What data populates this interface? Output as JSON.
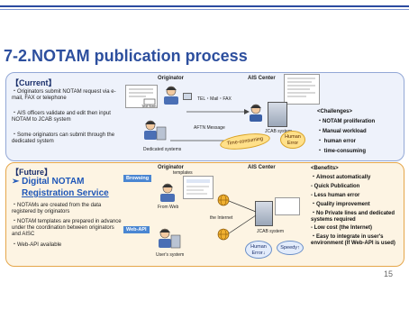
{
  "title": "7-2.NOTAM publication process",
  "current": {
    "heading": "【Current】",
    "bullets": [
      "・Originators submit NOTAM request via e-mail, FAX or telephone",
      "・AIS officers validate and edit then input NOTAM to JCAB system",
      "・Some originators can submit through the dedicated system"
    ],
    "originator_label": "Originator",
    "ais_label": "AIS Center",
    "text_form": "Text form",
    "tel_mail": "TEL・Mail・FAX",
    "jcab": "JCAB system",
    "aftn": "AFTN Message",
    "dedicated": "Dedicated systems",
    "time_consuming_bubble": "Time-consuming",
    "human_error_bubble": "Human Error",
    "challenges": [
      "<Challenges>",
      "・NOTAM proliferation",
      "・Manual workload",
      "・ human error",
      "・ time-consuming"
    ]
  },
  "future": {
    "heading": "【Future】",
    "service_line1": "➢ Digital NOTAM",
    "service_line2": "Registration Service",
    "bullets": [
      "・NOTAMs are created from the data registered by originators",
      "・NOTAM templates are prepared in advance under the coordination between originators and AISC",
      "・Web-API available"
    ],
    "originator_label": "Originator",
    "ais_label": "AIS Center",
    "browsing_tag": "Browsing",
    "webapi_tag": "Web-API",
    "templates": "templates",
    "from_web": "From Web",
    "the_internet": "the Internet",
    "users_system": "User's system",
    "jcab": "JCAB system",
    "human_error_bubble": "Human Error↓",
    "speedy_bubble": "Speedy↑",
    "benefits": [
      "<Benefits>",
      "・Almost automatically",
      "  - Quick Publication",
      "  - Less human error",
      "・Quality improvement",
      "・No Private lines and dedicated systems required",
      "  - Low cost (the Internet)",
      "・Easy to integrate in user's environment (If Web-API is used)"
    ]
  },
  "page_number": "15"
}
